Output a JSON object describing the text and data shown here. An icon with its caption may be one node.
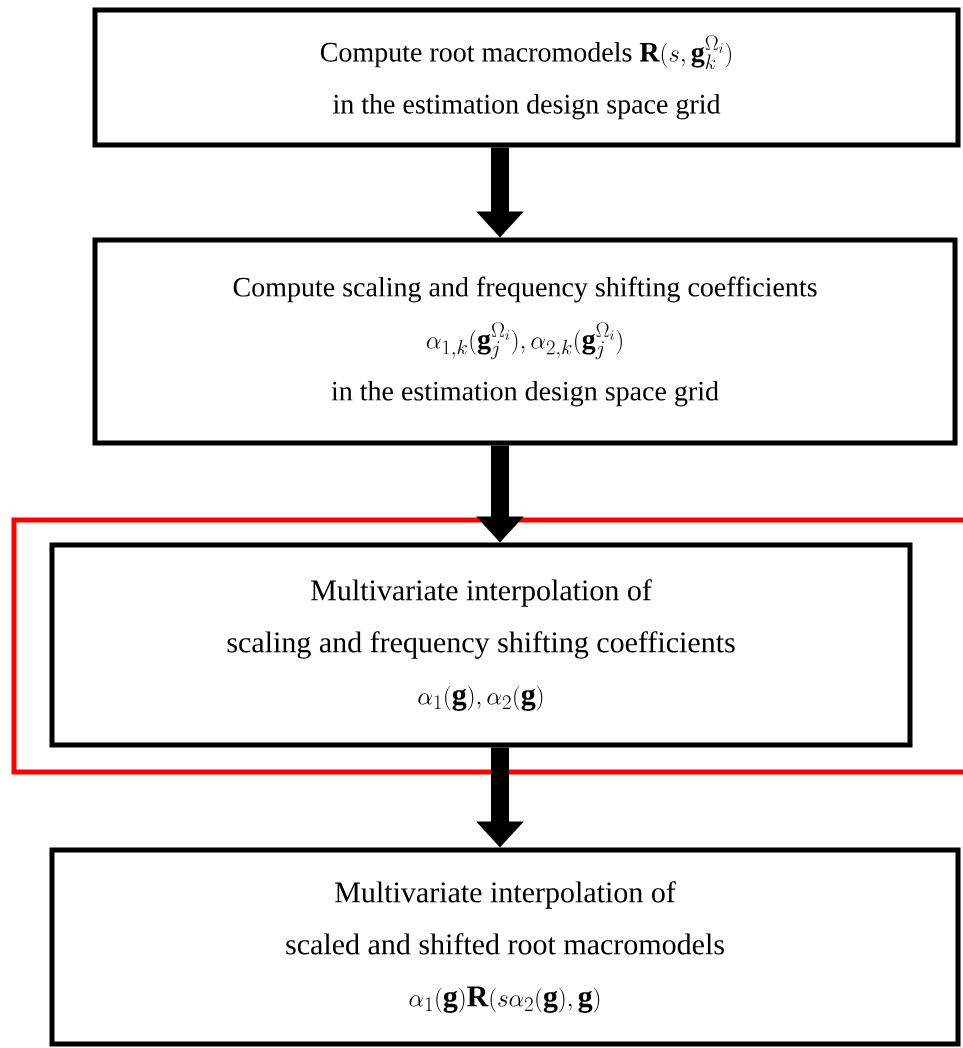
{
  "diagram": {
    "nodes": [
      {
        "text": [
          "Compute root macromodels",
          "\\mathbf{R}(s,\\mathbf{g}_{k}^{\\Omega_i})",
          "in the estimation design space grid"
        ]
      },
      {
        "text": [
          "Compute scaling and frequency shifting coefficients",
          "\\alpha_{1,k}(\\mathbf{g}_{j}^{\\Omega_i}), \\alpha_{2,k}(\\mathbf{g}_{j}^{\\Omega_i})",
          "in the estimation design space grid"
        ]
      },
      {
        "text": [],
        "shape": "box"
      },
      {
        "text": [
          "Multivariate interpolation of",
          "scaling and frequency shifting coefficients",
          "\\alpha_1(\\mathbf{g}), \\alpha_2(\\mathbf{g})"
        ],
        "in": 2
      },
      {
        "text": [
          "Multivariate interpolation of",
          "scaled and shifted root macromodels",
          "\\alpha_1(\\mathbf{g})\\mathbf{R}(s\\alpha_2(\\mathbf{g}),\\mathbf{g})"
        ]
      }
    ],
    "edges": [
      {
        "from": 0,
        "to": 1,
        "arrow": "to"
      },
      {
        "from": 1,
        "to": 3,
        "arrow": "to"
      },
      {
        "from": 3,
        "to": 4,
        "arrow": "to"
      }
    ]
  }
}
